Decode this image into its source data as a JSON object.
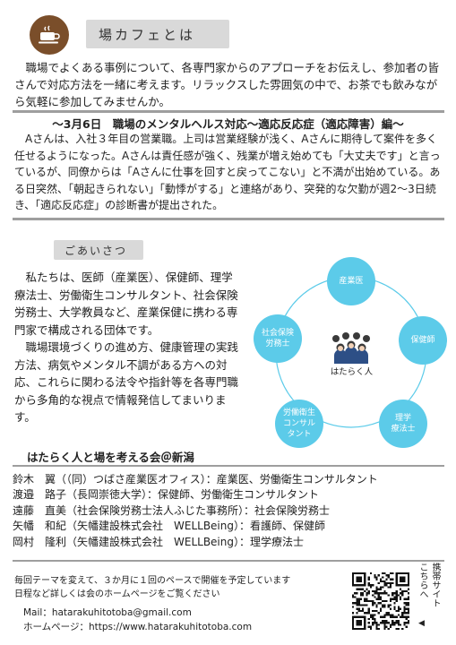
{
  "header": {
    "title": "場カフェとは",
    "icon": "coffee-cup-icon",
    "icon_color": "#7a4e2a"
  },
  "intro": {
    "text": "職場でよくある事例について、各専門家からのアプローチをお伝えし、参加者の皆さんで対応方法を一緒に考えます。リラックスした雰囲気の中で、お茶でも飲みながら気軽に参加してみませんか。"
  },
  "topic": {
    "title": "～3月6日　職場のメンタルヘルス対応～適応反応症（適応障害）編～",
    "case_text": "Aさんは、入社３年目の営業職。上司は営業経験が浅く、Aさんに期待して案件を多く任せるようになった。Aさんは責任感が強く、残業が増え始めても「大丈夫です」と言っているが、同僚からは「Aさんに仕事を回すと戻ってこない」と不満が出始めている。ある日突然、「朝起きられない」「動悸がする」と連絡があり、突発的な欠勤が週2～3日続き、「適応反応症」の診断書が提出された。"
  },
  "greeting": {
    "title": "ごあいさつ",
    "para1": "私たちは、医師（産業医）、保健師、理学療法士、労働衛生コンサルタント、社会保険労務士、大学教員など、産業保健に携わる専門家で構成される団体です。",
    "para2": "職場環境づくりの進め方、健康管理の実践方法、病気やメンタル不調がある方への対応、これらに関わる法令や指針等を各専門職から多角的な視点で情報発信してまいります。"
  },
  "diagram": {
    "center_label": "はたらく人",
    "node_color": "#5ccbe9",
    "nodes": [
      {
        "label": "産業医"
      },
      {
        "label": "保健師"
      },
      {
        "label": "理学\n療法士"
      },
      {
        "label": "労働衛生\nコンサル\nタント"
      },
      {
        "label": "社会保険\n労務士"
      }
    ]
  },
  "organization": {
    "name": "はたらく人と場を考える会＠新潟",
    "members": [
      "鈴木　翼（（同）つばさ産業医オフィス）：産業医、労働衛生コンサルタント",
      "渡邉　路子（長岡崇徳大学）：保健師、労働衛生コンサルタント",
      "遠藤　直美（社会保険労務士法人ふじた事務所）：社会保険労務士",
      "矢幡　和紀（矢幡建設株式会社　WELLBeing）：看護師、保健師",
      "岡村　隆利（矢幡建設株式会社　WELLBeing）：理学療法士"
    ]
  },
  "notice": {
    "line1": "毎回テーマを変えて、３か月に１回のペースで開催を予定しています",
    "line2": "日程など詳しくは会のホームページをご覧ください"
  },
  "contact": {
    "mail": "Mail：hatarakuhitotoba@gmail.com",
    "homepage": "ホームページ：https://www.hatarakuhitotoba.com"
  },
  "qr": {
    "col1": "携帯サイト",
    "col2": "こちらへ",
    "arrow": "◀"
  }
}
